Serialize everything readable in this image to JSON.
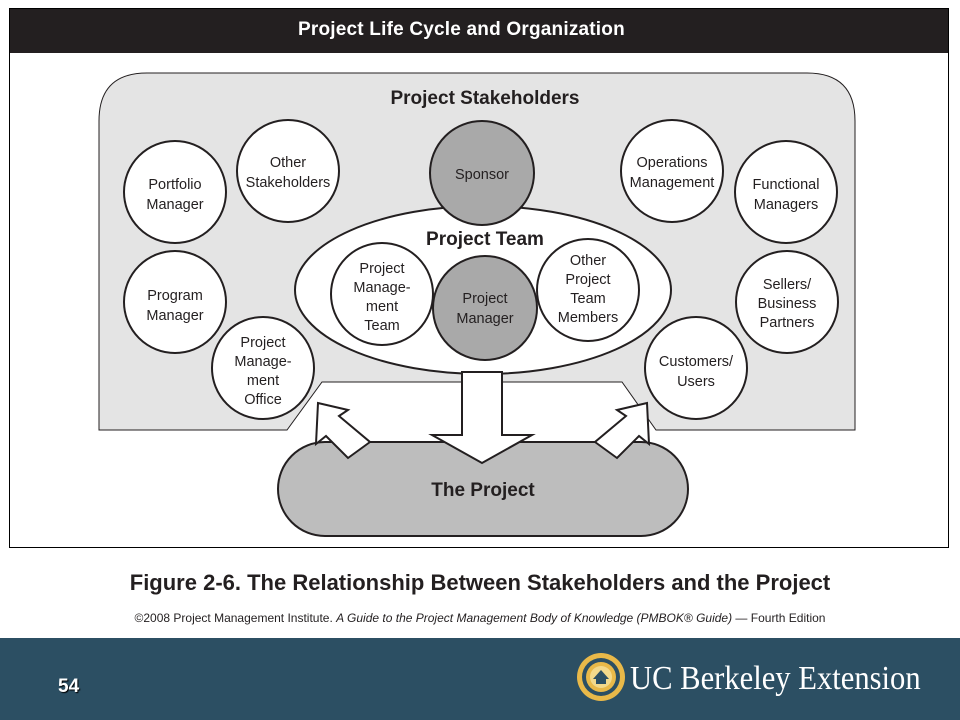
{
  "figure": {
    "header_title": "Project Life Cycle and Organization",
    "caption": "Figure 2-6. The Relationship Between Stakeholders and the Project",
    "copyright": {
      "prefix": "©2008 Project Management Institute. ",
      "title": "A Guide to the Project Management Body of Knowledge (PMBOK® Guide)",
      "suffix": " — Fourth Edition"
    }
  },
  "diagram": {
    "stakeholders_label": "Project Stakeholders",
    "team_label": "Project Team",
    "project_label": "The Project",
    "stakeholder_nodes": {
      "portfolio_manager": [
        "Portfolio",
        "Manager"
      ],
      "other_stakeholders": [
        "Other",
        "Stakeholders"
      ],
      "sponsor": [
        "Sponsor"
      ],
      "operations_management": [
        "Operations",
        "Management"
      ],
      "functional_managers": [
        "Functional",
        "Managers"
      ],
      "program_manager": [
        "Program",
        "Manager"
      ],
      "pmo": [
        "Project",
        "Manage-",
        "ment",
        "Office"
      ],
      "sellers_partners": [
        "Sellers/",
        "Business",
        "Partners"
      ],
      "customers_users": [
        "Customers/",
        "Users"
      ]
    },
    "team_nodes": {
      "pm_team": [
        "Project",
        "Manage-",
        "ment",
        "Team"
      ],
      "project_manager": [
        "Project",
        "Manager"
      ],
      "other_team_members": [
        "Other",
        "Project",
        "Team",
        "Members"
      ]
    }
  },
  "footer": {
    "slide_number": "54",
    "logo_text": "UC Berkeley Extension"
  },
  "colors": {
    "header_bg": "#231f20",
    "stakeholder_area": "#e4e4e4",
    "highlight_circle": "#a9a9a9",
    "project_box": "#bdbdbd",
    "footer_bg": "#2c4f63",
    "logo_gold": "#e9b949"
  }
}
